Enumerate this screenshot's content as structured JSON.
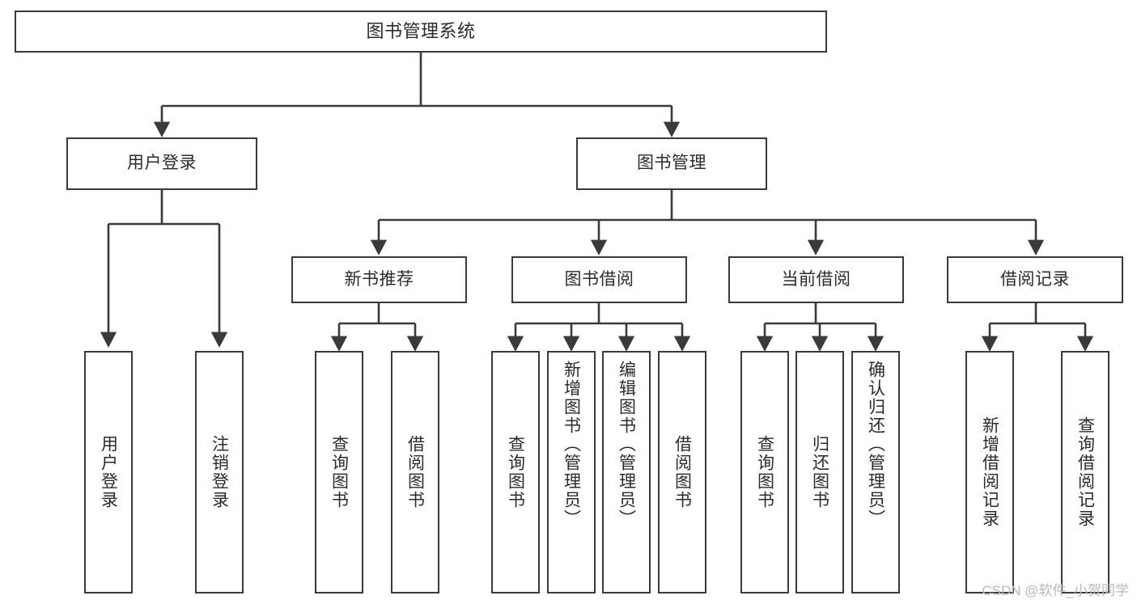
{
  "diagram": {
    "title": "图书管理系统",
    "type": "tree",
    "watermark": "CSDN @软件_小贺同学",
    "stroke_color": "#3a3a3a",
    "fill_color": "#ffffff",
    "text_color": "#2b2b2b",
    "root": {
      "label": "图书管理系统"
    },
    "level2": [
      {
        "label": "用户登录"
      },
      {
        "label": "图书管理"
      }
    ],
    "level3": [
      {
        "label": "新书推荐"
      },
      {
        "label": "图书借阅"
      },
      {
        "label": "当前借阅"
      },
      {
        "label": "借阅记录"
      }
    ],
    "leaves": {
      "user_login": [
        {
          "label": "用户登录"
        },
        {
          "label": "注销登录"
        }
      ],
      "new_book_recommend": [
        {
          "label": "查询图书"
        },
        {
          "label": "借阅图书"
        }
      ],
      "book_borrow": [
        {
          "label": "查询图书"
        },
        {
          "label": "新增图书（管理员）"
        },
        {
          "label": "编辑图书（管理员）"
        },
        {
          "label": "借阅图书"
        }
      ],
      "current_borrow": [
        {
          "label": "查询图书"
        },
        {
          "label": "归还图书"
        },
        {
          "label": "确认归还（管理员）"
        }
      ],
      "borrow_record": [
        {
          "label": "新增借阅记录"
        },
        {
          "label": "查询借阅记录"
        }
      ]
    }
  }
}
